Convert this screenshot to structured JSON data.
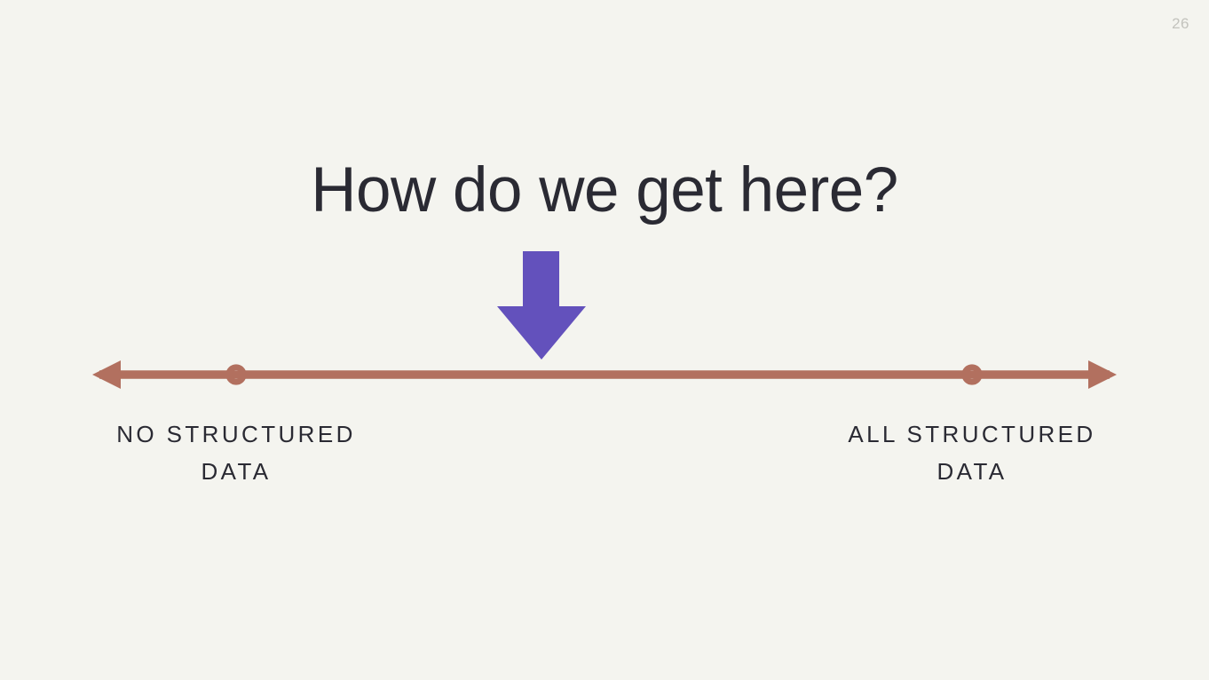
{
  "slide": {
    "page_number": "26",
    "background_color": "#f4f4ef",
    "title": "How do we get here?",
    "title_color": "#2a2a33"
  },
  "pointer": {
    "name": "down-arrow",
    "color": "#6351bc",
    "points_to": "midpoint of spectrum"
  },
  "spectrum": {
    "line_color": "#b2705f",
    "marker_fill": "#f4f4ef",
    "left_arrowhead": "arrow-left",
    "right_arrowhead": "arrow-right",
    "endpoints": [
      {
        "id": "left",
        "label_line1": "No Structured",
        "label_line2": "Data",
        "marker": "ring-marker"
      },
      {
        "id": "right",
        "label_line1": "All Structured",
        "label_line2": "Data",
        "marker": "ring-marker"
      }
    ]
  }
}
